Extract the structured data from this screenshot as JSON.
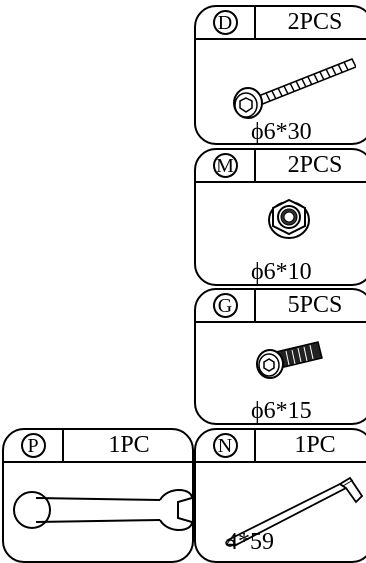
{
  "parts": [
    {
      "letter": "D",
      "qty": "2PCS",
      "size": "ϕ6*30",
      "icon": "long-hex-socket-bolt-icon"
    },
    {
      "letter": "M",
      "qty": "2PCS",
      "size": "ϕ6*10",
      "icon": "flange-nut-icon"
    },
    {
      "letter": "G",
      "qty": "5PCS",
      "size": "ϕ6*15",
      "icon": "short-hex-socket-bolt-icon"
    },
    {
      "letter": "P",
      "qty": "1PC",
      "size": "",
      "icon": "open-end-wrench-icon"
    },
    {
      "letter": "N",
      "qty": "1PC",
      "size": "4*59",
      "icon": "allen-key-icon"
    }
  ]
}
